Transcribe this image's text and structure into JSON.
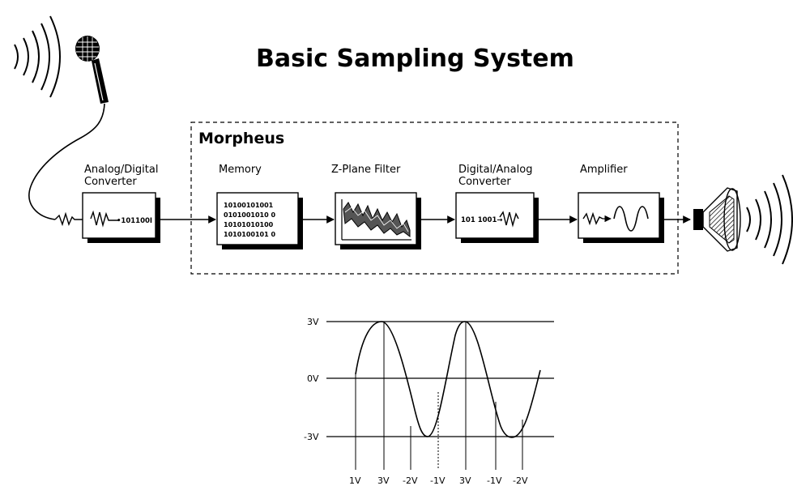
{
  "title": "Basic Sampling System",
  "group": {
    "label": "Morpheus"
  },
  "blocks": [
    {
      "id": "adc",
      "label_lines": [
        "Analog/Digital",
        "Converter"
      ],
      "inline_bits": "•101100I"
    },
    {
      "id": "memory",
      "label_lines": [
        "Memory"
      ],
      "bit_rows": [
        "10100101001",
        "0101001010 0",
        "10101010100",
        "1010100101 0"
      ]
    },
    {
      "id": "zplane",
      "label_lines": [
        "Z-Plane Filter"
      ]
    },
    {
      "id": "dac",
      "label_lines": [
        "Digital/Analog",
        "Converter"
      ],
      "inline_bits": "101 1001→"
    },
    {
      "id": "amp",
      "label_lines": [
        "Amplifier"
      ]
    }
  ],
  "waveform": {
    "y_labels": [
      "3V",
      "0V",
      "-3V"
    ],
    "sample_labels": [
      "1V",
      "3V",
      "-2V",
      "-1V",
      "3V",
      "-1V",
      "-2V"
    ]
  },
  "colors": {
    "ink": "#000000",
    "background": "#ffffff",
    "shadow": "#000000"
  }
}
